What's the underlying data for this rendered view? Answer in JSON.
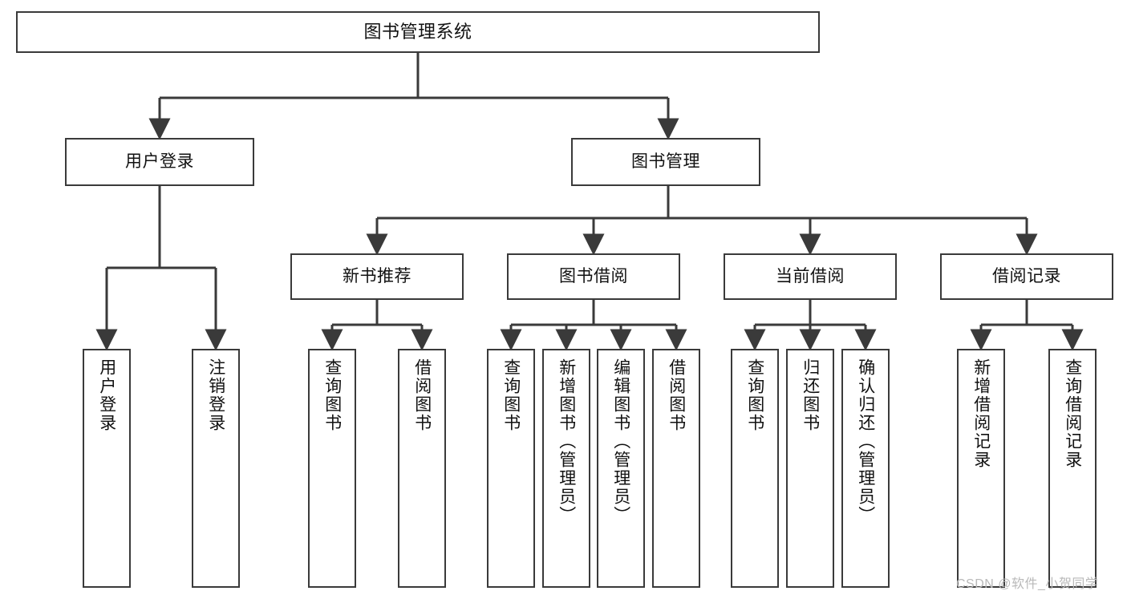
{
  "diagram": {
    "title": "图书管理系统",
    "type": "tree-hierarchy-chart",
    "colors": {
      "stroke": "#3a3a3a",
      "text": "#111111",
      "background": "#ffffff",
      "watermark": "#b9b9b9"
    },
    "root": {
      "label": "图书管理系统"
    },
    "tier2": [
      {
        "label": "用户登录"
      },
      {
        "label": "图书管理"
      }
    ],
    "tier3": [
      {
        "label": "新书推荐"
      },
      {
        "label": "图书借阅"
      },
      {
        "label": "当前借阅"
      },
      {
        "label": "借阅记录"
      }
    ],
    "leaves": {
      "user_login": [
        {
          "label": "用户登录"
        },
        {
          "label": "注销登录"
        }
      ],
      "new_book_recommend": [
        {
          "label": "查询图书"
        },
        {
          "label": "借阅图书"
        }
      ],
      "book_borrow": [
        {
          "label": "查询图书"
        },
        {
          "label": "新增图书（管理员）"
        },
        {
          "label": "编辑图书（管理员）"
        },
        {
          "label": "借阅图书"
        }
      ],
      "current_borrow": [
        {
          "label": "查询图书"
        },
        {
          "label": "归还图书"
        },
        {
          "label": "确认归还（管理员）"
        }
      ],
      "borrow_record": [
        {
          "label": "新增借阅记录"
        },
        {
          "label": "查询借阅记录"
        }
      ]
    },
    "watermark": "CSDN @软件_小贺同学"
  }
}
